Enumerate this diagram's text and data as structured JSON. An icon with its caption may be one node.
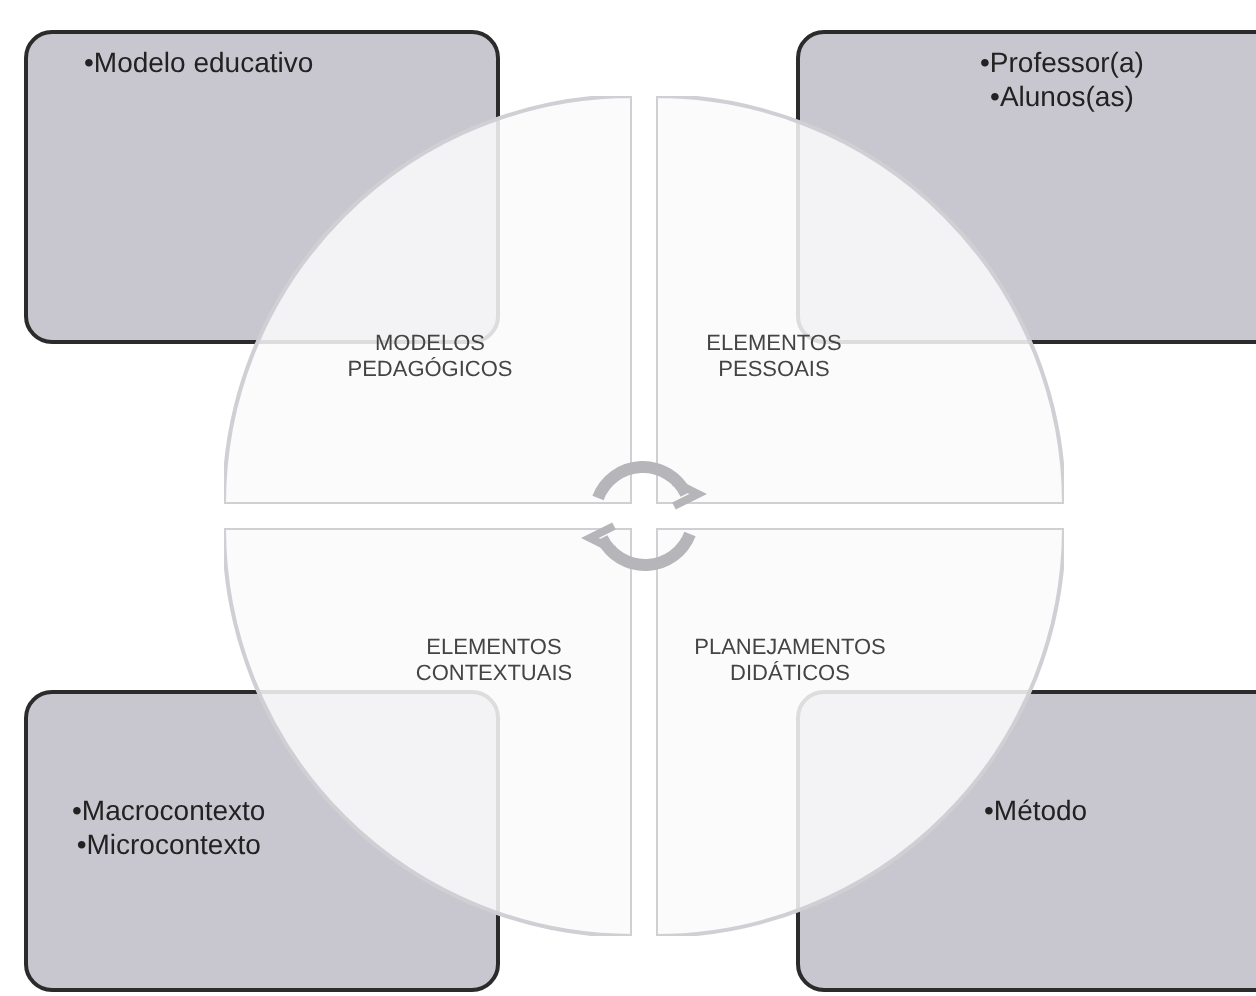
{
  "diagram": {
    "nodes": [
      {
        "text": [
          "•Modelo educativo"
        ]
      },
      {
        "text": [
          "•Professor(a)",
          "•Alunos(as)"
        ]
      },
      {
        "text": [
          "MODELOS PEDAGÓGICOS"
        ]
      },
      {
        "text": [
          "ELEMENTOS PESSOAIS"
        ]
      },
      {
        "text": [
          "ELEMENTOS CONTEXTUAIS"
        ]
      },
      {
        "text": [
          "PLANEJAMENTOS DIDÁTICOS"
        ]
      },
      {
        "text": [
          "•Macrocontexto",
          "•Microcontexto"
        ]
      },
      {
        "text": [
          "•Método"
        ]
      }
    ]
  }
}
